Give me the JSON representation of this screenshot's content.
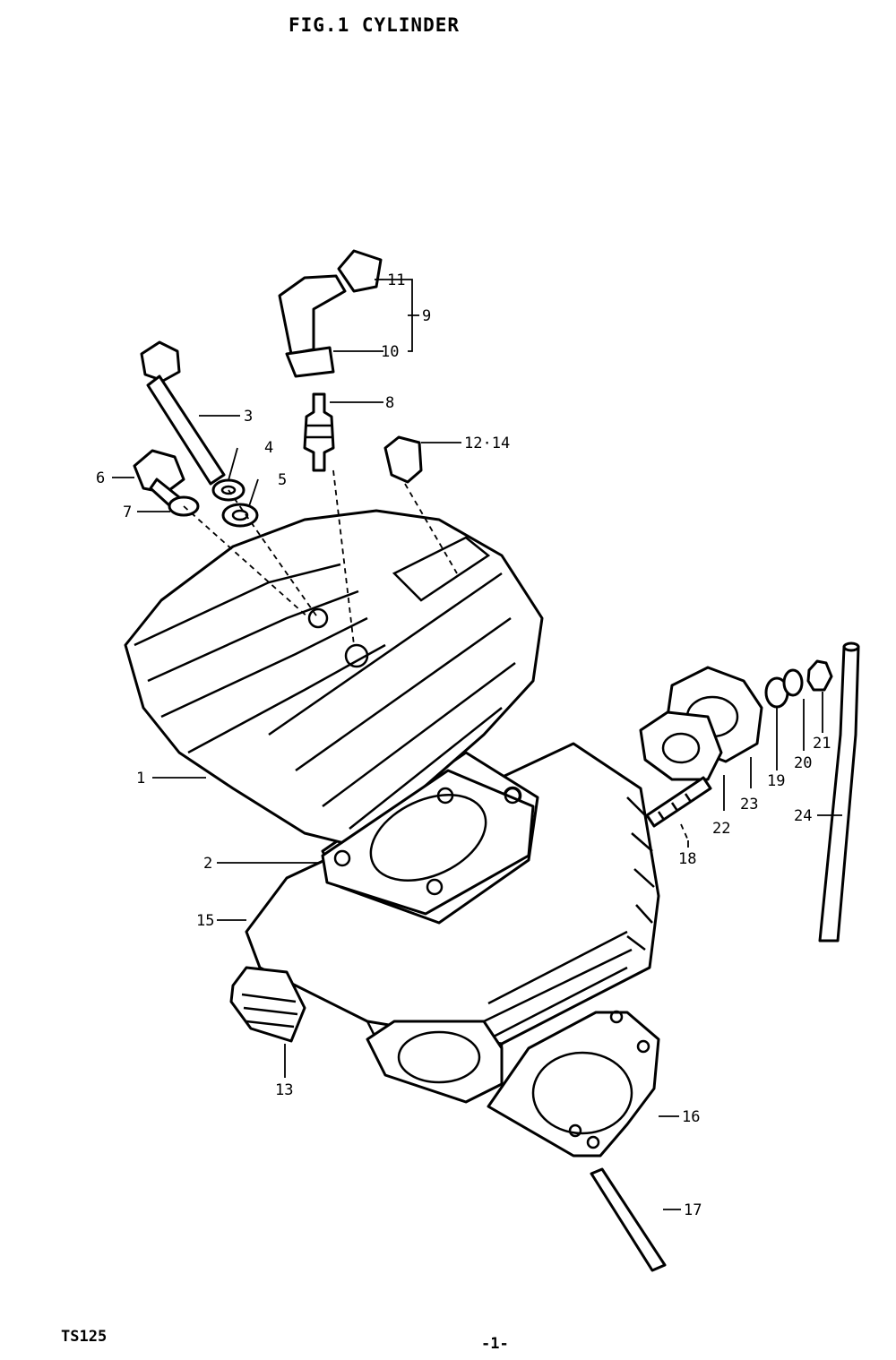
{
  "header": {
    "title": "FIG.1  CYLINDER"
  },
  "footer": {
    "model": "TS125",
    "page": "-1-"
  },
  "callouts": [
    {
      "id": "1",
      "text": "1"
    },
    {
      "id": "2",
      "text": "2"
    },
    {
      "id": "3",
      "text": "3"
    },
    {
      "id": "4",
      "text": "4"
    },
    {
      "id": "5",
      "text": "5"
    },
    {
      "id": "6",
      "text": "6"
    },
    {
      "id": "7",
      "text": "7"
    },
    {
      "id": "8",
      "text": "8"
    },
    {
      "id": "9",
      "text": "9"
    },
    {
      "id": "10",
      "text": "10"
    },
    {
      "id": "11",
      "text": "11"
    },
    {
      "id": "12",
      "text": "12·14"
    },
    {
      "id": "13",
      "text": "13"
    },
    {
      "id": "15",
      "text": "15"
    },
    {
      "id": "16",
      "text": "16"
    },
    {
      "id": "17",
      "text": "17"
    },
    {
      "id": "18",
      "text": "18"
    },
    {
      "id": "19",
      "text": "19"
    },
    {
      "id": "20",
      "text": "20"
    },
    {
      "id": "21",
      "text": "21"
    },
    {
      "id": "22",
      "text": "22"
    },
    {
      "id": "23",
      "text": "23"
    },
    {
      "id": "24",
      "text": "24"
    }
  ]
}
